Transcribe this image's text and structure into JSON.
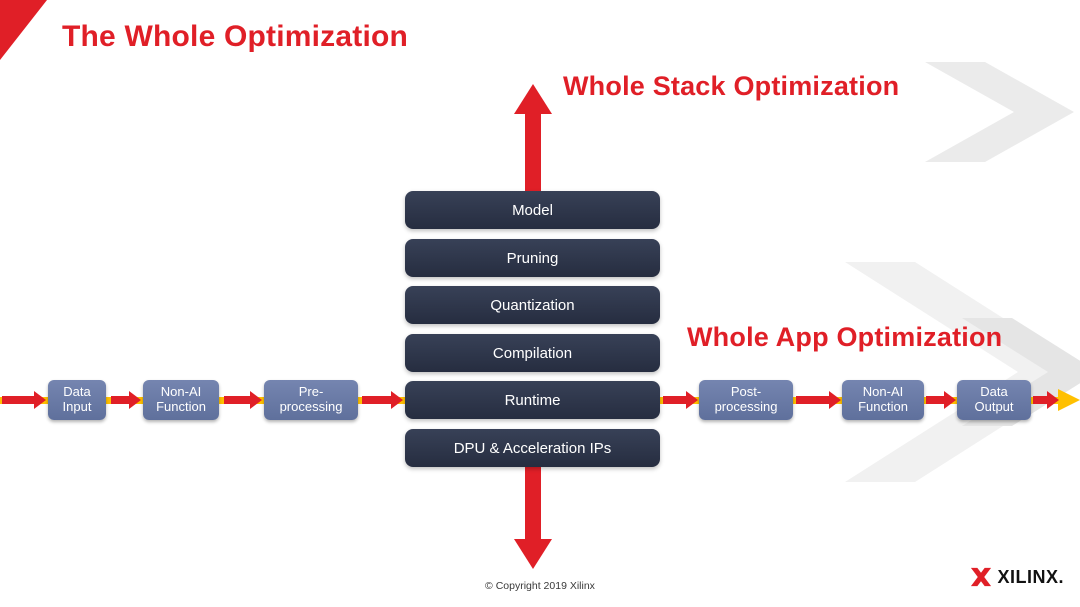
{
  "slide": {
    "title": "The Whole Optimization",
    "copyright": "© Copyright 2019 Xilinx",
    "logo_text": "XILINX."
  },
  "labels": {
    "stack": "Whole Stack Optimization",
    "app": "Whole App Optimization"
  },
  "stack": {
    "items": [
      "Model",
      "Pruning",
      "Quantization",
      "Compilation",
      "Runtime",
      "DPU & Acceleration IPs"
    ]
  },
  "flow": {
    "boxes": [
      "Data\nInput",
      "Non-AI\nFunction",
      "Pre-\nprocessing",
      "Post-\nprocessing",
      "Non-AI\nFunction",
      "Data\nOutput"
    ]
  },
  "colors": {
    "red": "#e01f27",
    "navy": "#2a3245",
    "boxblue": "#6a79a5",
    "yellow": "#ffc000"
  }
}
